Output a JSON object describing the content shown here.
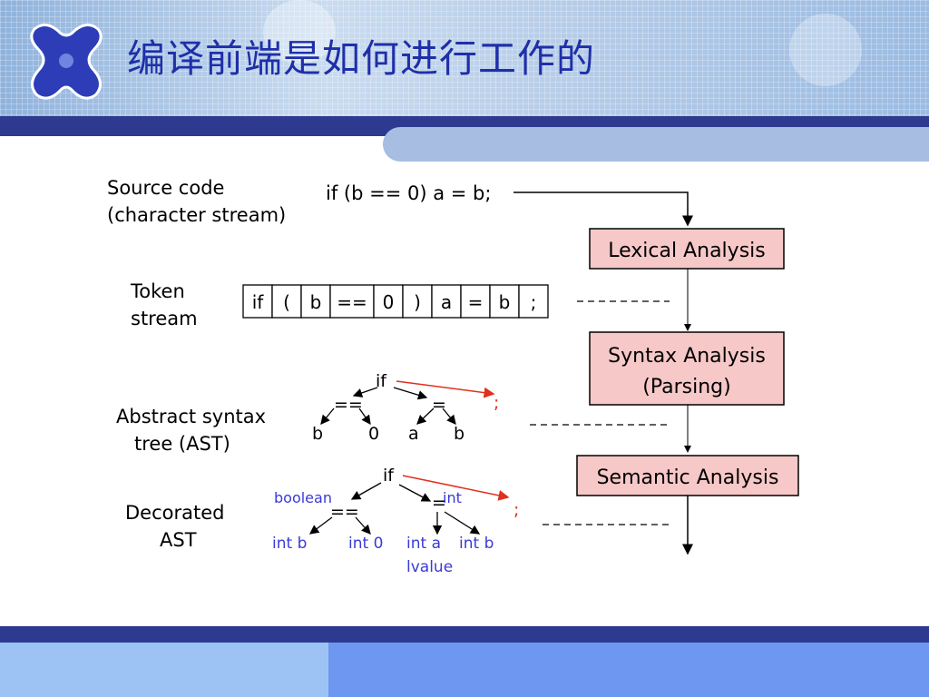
{
  "slide": {
    "title": "编译前端是如何进行工作的"
  },
  "diagram": {
    "source_label_1": "Source code",
    "source_label_2": "(character stream)",
    "source_code": "if (b == 0) a = b;",
    "token_label_1": "Token",
    "token_label_2": "stream",
    "tokens": [
      "if",
      "(",
      "b",
      "==",
      "0",
      ")",
      "a",
      "=",
      "b",
      ";"
    ],
    "ast_label_1": "Abstract syntax",
    "ast_label_2": "tree (AST)",
    "ast": {
      "root": "if",
      "eq": "==",
      "assign": "=",
      "b": "b",
      "zero": "0",
      "a": "a",
      "b2": "b",
      "semi": ";"
    },
    "dast_label_1": "Decorated",
    "dast_label_2": "AST",
    "dast": {
      "root": "if",
      "boolean": "boolean",
      "eq": "==",
      "assign": "=",
      "int_type": "int",
      "int_b": "int b",
      "int_0": "int 0",
      "int_a": "int a",
      "lvalue": "lvalue",
      "int_b2": "int b",
      "semi": ";"
    },
    "stages": {
      "lexical": "Lexical Analysis",
      "syntax_1": "Syntax Analysis",
      "syntax_2": "(Parsing)",
      "semantic": "Semantic Analysis"
    },
    "colors": {
      "stage_fill": "#f7c8c8",
      "arrow_red": "#e0301e",
      "decor_blue": "#3a3ad8",
      "header_blue": "#2e3a8f"
    }
  }
}
